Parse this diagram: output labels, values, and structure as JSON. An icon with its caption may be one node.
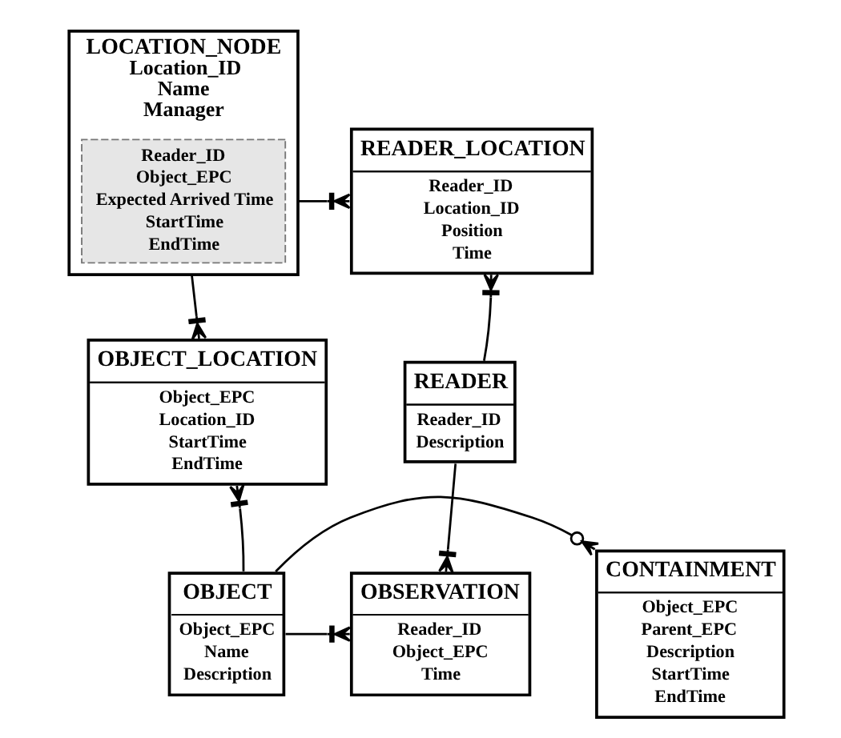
{
  "diagram": {
    "nodes": [
      {
        "text": [
          "READER_LOCATION",
          "Reader_ID",
          "Location_ID",
          "Position",
          "Time"
        ]
      },
      {
        "text": [
          "LOCATION_NODE",
          "Location_ID",
          "Name",
          "Manager"
        ]
      },
      {
        "text": [
          "Reader_ID",
          "Object_EPC",
          "Expected Arrived Time",
          "StartTime",
          "EndTime"
        ],
        "in": 1
      },
      {
        "text": [
          "READER",
          "Reader_ID",
          "Description"
        ]
      },
      {
        "text": [
          "OBJECT_LOCATION",
          "Object_EPC",
          "Location_ID",
          "StartTime",
          "EndTime"
        ]
      },
      {
        "text": [
          "OBSERVATION",
          "Reader_ID",
          "Object_EPC",
          "Time"
        ]
      },
      {
        "text": [
          "OBJECT",
          "Object_EPC",
          "Name",
          "Description"
        ]
      },
      {
        "text": [
          "CONTAINMENT",
          "Object_EPC",
          "Parent_EPC",
          "Description",
          "StartTime",
          "EndTime"
        ]
      }
    ],
    "edges": [
      {
        "from": 1,
        "to": 0,
        "arrow": "other"
      },
      {
        "from": 3,
        "to": 0,
        "arrow": "other"
      },
      {
        "from": 1,
        "to": 4,
        "arrow": "other"
      },
      {
        "from": 3,
        "to": 5,
        "arrow": "other"
      },
      {
        "from": 6,
        "to": 4,
        "arrow": "other"
      },
      {
        "from": 6,
        "to": 5,
        "arrow": "other"
      },
      {
        "from": 6,
        "to": 7,
        "arrow": "other"
      }
    ]
  }
}
